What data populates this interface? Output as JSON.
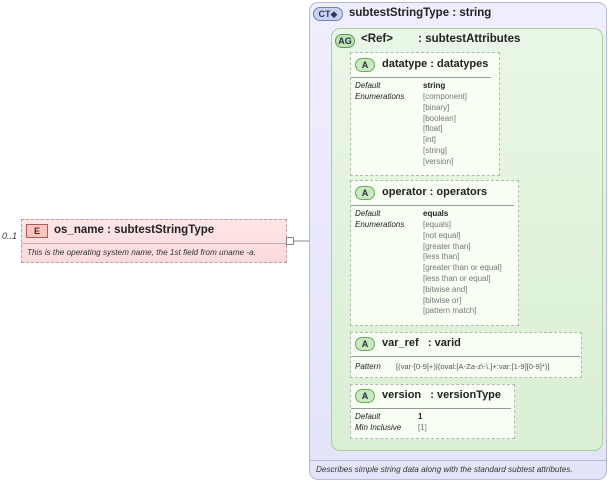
{
  "element": {
    "badge": "E",
    "name": "os_name",
    "type": "subtestStringType",
    "occurrence": "0..1",
    "description": "This is the operating system name, the 1st field from uname -a."
  },
  "complex_type": {
    "badge": "CT",
    "name": "subtestStringType",
    "base": "string",
    "description": "Describes simple string data along with the standard subtest attributes."
  },
  "attribute_group": {
    "badge": "AG",
    "ref_label": "<Ref>",
    "name": "subtestAttributes"
  },
  "attributes": [
    {
      "badge": "A",
      "name": "datatype",
      "type": "datatypes",
      "default_label": "Default",
      "default": "string",
      "enum_label": "Enumerations",
      "enumerations": [
        "[component]",
        "[binary]",
        "[boolean]",
        "[float]",
        "[int]",
        "[string]",
        "[version]"
      ]
    },
    {
      "badge": "A",
      "name": "operator",
      "type": "operators",
      "default_label": "Default",
      "default": "equals",
      "enum_label": "Enumerations",
      "enumerations": [
        "[equals]",
        "[not equal]",
        "[greater than]",
        "[less than]",
        "[greater than or equal]",
        "[less than or equal]",
        "[bitwise and]",
        "[bitwise or]",
        "[pattern match]"
      ]
    },
    {
      "badge": "A",
      "name": "var_ref",
      "type": "varid",
      "pattern_label": "Pattern",
      "pattern": "[(var-[0-9]+)|(oval:[A-Za-z\\-\\.]+:var:[1-9][0-9]*)]"
    },
    {
      "badge": "A",
      "name": "version",
      "type": "versionType",
      "default_label": "Default",
      "default": "1",
      "min_label": "Min Inclusive",
      "min_inclusive": "[1]"
    }
  ]
}
